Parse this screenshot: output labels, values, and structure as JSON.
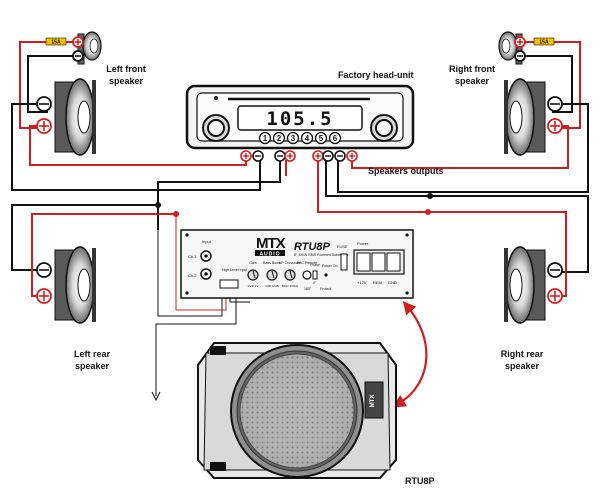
{
  "labels": {
    "left_front": [
      "Left front",
      "speaker"
    ],
    "right_front": [
      "Right front",
      "speaker"
    ],
    "left_rear": [
      "Left rear",
      "speaker"
    ],
    "right_rear": [
      "Right rear",
      "speaker"
    ],
    "head_unit": "Factory head-unit",
    "speaker_outputs": "Speakers outputs",
    "product": "RTU8P"
  },
  "head_unit": {
    "display": "105.5",
    "presets": [
      "1",
      "2",
      "3",
      "4",
      "5",
      "6"
    ]
  },
  "amplifier": {
    "logo": [
      "MTX",
      "AUDIO"
    ],
    "model": "RTU8P",
    "subtitle": "8\" 120W RMS Powered Subwoofer",
    "inputs": [
      "Input",
      "Ch.1",
      "Ch.2",
      "High Level Input"
    ],
    "knobs": [
      "Gain",
      "Bass Boost",
      "LP Crossover",
      "EBC Remote",
      "Phase"
    ],
    "knob_ranges": [
      "2V  0.2V",
      "0dB  12dB",
      "50Hz  150Hz"
    ],
    "status": [
      "Power On",
      "Protect"
    ],
    "phase_marks": [
      "0°",
      "180°"
    ],
    "fuse": "FUSE",
    "power": "Power",
    "terminals": [
      "+12V",
      "REM",
      "GND"
    ]
  },
  "fuse_tag": "15A",
  "colors": {
    "positive": "#d11f1f",
    "negative": "#111111"
  }
}
